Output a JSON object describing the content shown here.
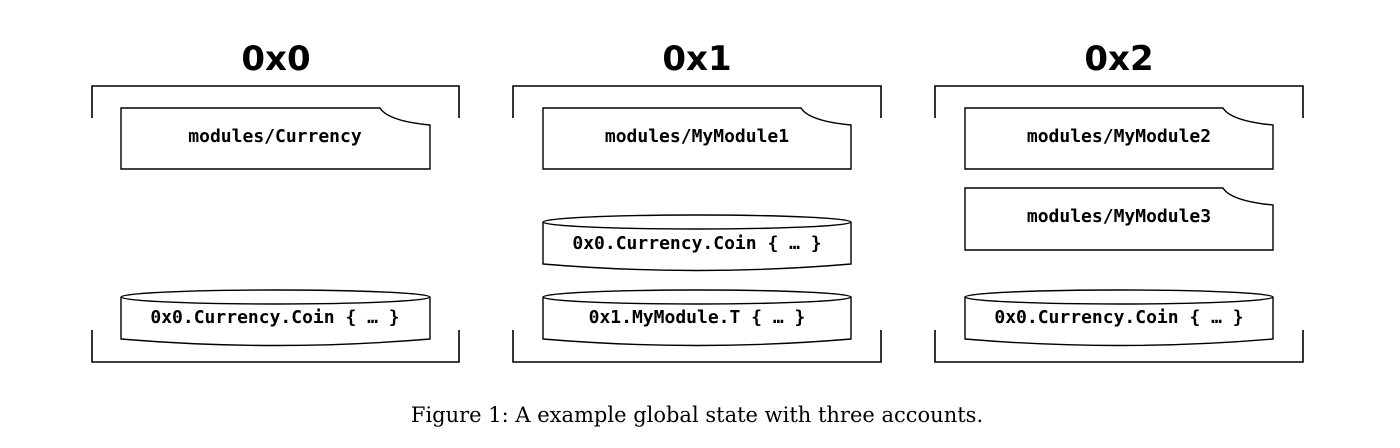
{
  "accounts": [
    {
      "address": "0x0",
      "modules": [
        "modules/Currency"
      ],
      "resources": [
        "0x0.Currency.Coin { … }"
      ]
    },
    {
      "address": "0x1",
      "modules": [
        "modules/MyModule1"
      ],
      "resources": [
        "0x0.Currency.Coin { … }",
        "0x1.MyModule.T { … }"
      ]
    },
    {
      "address": "0x2",
      "modules": [
        "modules/MyModule2",
        "modules/MyModule3"
      ],
      "resources": [
        "0x0.Currency.Coin { … }"
      ]
    }
  ],
  "caption": "Figure 1: A example global state with three accounts."
}
